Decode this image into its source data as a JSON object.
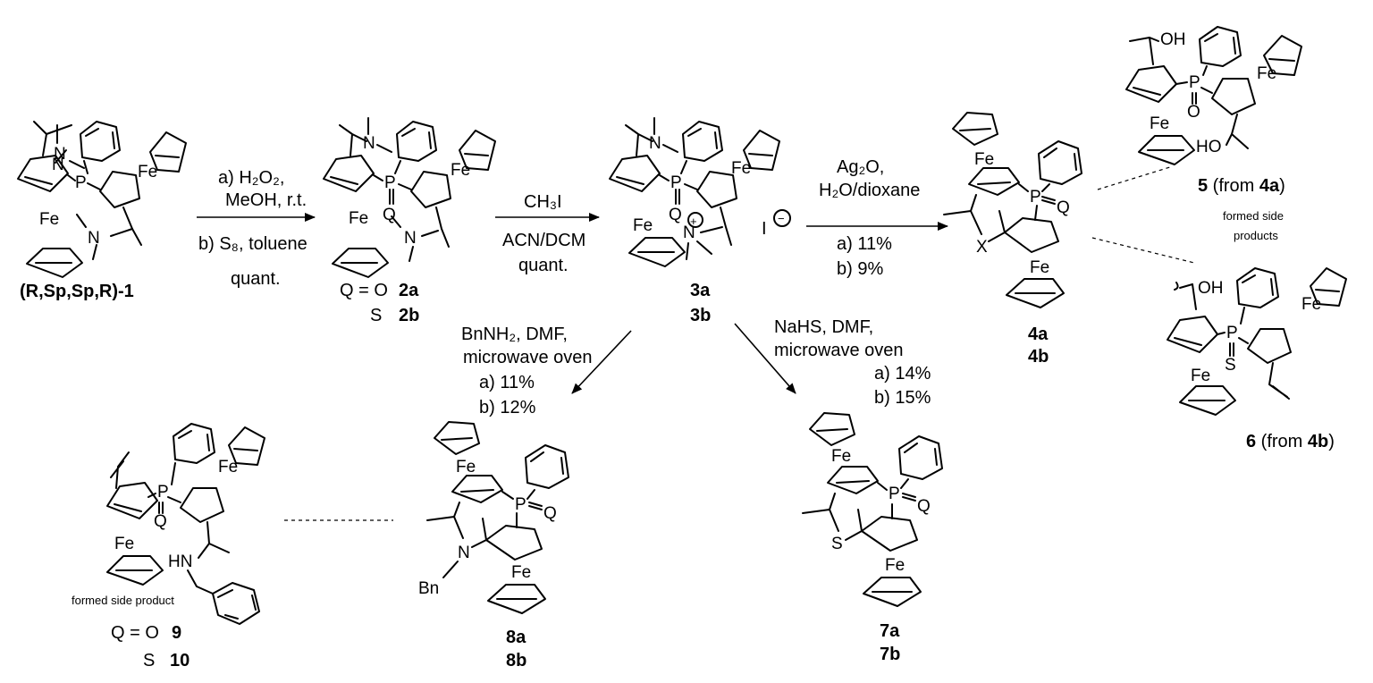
{
  "compounds": {
    "c1": {
      "label": "(R,Sp,Sp,R)-1"
    },
    "c2": {
      "q_o": "Q = O",
      "id_a": "2a",
      "q_s": "S",
      "id_b": "2b"
    },
    "c3": {
      "id_a": "3a",
      "id_b": "3b",
      "counterion": "I"
    },
    "c4": {
      "id_a": "4a",
      "id_b": "4b"
    },
    "c5": {
      "num": "5",
      "from_pre": " (from ",
      "from_id": "4a",
      "from_post": ")"
    },
    "c6": {
      "num": "6",
      "from_pre": " (from ",
      "from_id": "4b",
      "from_post": ")"
    },
    "c7": {
      "id_a": "7a",
      "id_b": "7b"
    },
    "c8": {
      "id_a": "8a",
      "id_b": "8b"
    },
    "c9": {
      "q_o": "Q = O",
      "id_9": "9",
      "q_s": "S",
      "id_10": "10"
    }
  },
  "notes": {
    "side_products_line1": "formed side",
    "side_products_line2": "products",
    "side_product_single": "formed side product"
  },
  "steps": {
    "s1": {
      "a": "a) H₂O₂,",
      "a2": "MeOH, r.t.",
      "b": "b) S₈, toluene",
      "yield": "quant."
    },
    "s2": {
      "reagent": "CH₃I",
      "solvent": "ACN/DCM",
      "yield": "quant."
    },
    "s3": {
      "reagent": "Ag₂O,",
      "solvent": "H₂O/dioxane",
      "ya": "a) 11%",
      "yb": "b) 9%"
    },
    "s4": {
      "reagent": "BnNH₂, DMF,",
      "cond": "microwave oven",
      "ya": "a) 11%",
      "yb": "b) 12%"
    },
    "s5": {
      "reagent": "NaHS, DMF,",
      "cond": "microwave oven",
      "ya": "a) 14%",
      "yb": "b) 15%"
    }
  },
  "atoms": {
    "fe": "Fe",
    "p": "P",
    "n": "N",
    "o": "O",
    "q": "Q",
    "x": "X",
    "s": "S",
    "oh": "OH",
    "ho": "HO",
    "hn": "HN",
    "bn": "Bn",
    "plus": "+",
    "minus": "−"
  }
}
